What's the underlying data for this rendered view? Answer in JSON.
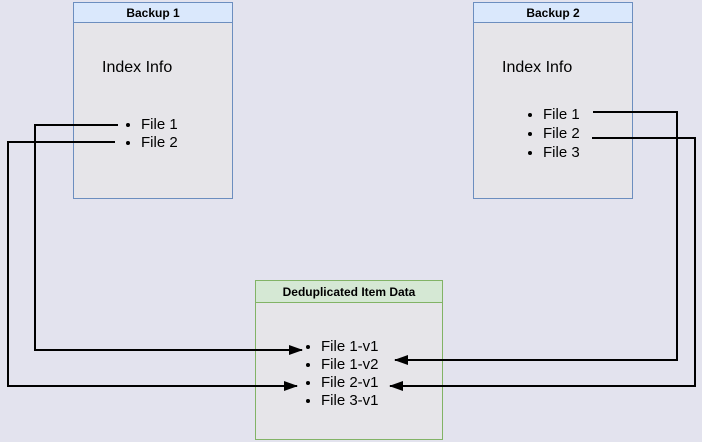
{
  "backup1": {
    "title": "Backup 1",
    "index_label": "Index Info",
    "files": [
      "File 1",
      "File 2"
    ]
  },
  "backup2": {
    "title": "Backup 2",
    "index_label": "Index Info",
    "files": [
      "File 1",
      "File 2",
      "File 3"
    ]
  },
  "dedup": {
    "title": "Deduplicated Item Data",
    "items": [
      "File 1-v1",
      "File 1-v2",
      "File 2-v1",
      "File 3-v1"
    ]
  },
  "connections": [
    {
      "from": "Backup 1 / File 1",
      "to": "File 1-v1",
      "enters": "left"
    },
    {
      "from": "Backup 1 / File 2",
      "to": "File 2-v1",
      "enters": "left"
    },
    {
      "from": "Backup 2 / File 1",
      "to": "File 1-v2",
      "enters": "right"
    },
    {
      "from": "Backup 2 / File 2",
      "to": "File 2-v1",
      "enters": "right"
    }
  ],
  "colors": {
    "background": "#e3e3ee",
    "box_fill": "#e6e5e9",
    "blue_header_fill": "#dae8fc",
    "blue_border": "#6c8ebf",
    "green_header_fill": "#d5e8d4",
    "green_border": "#82b366",
    "line": "#000000",
    "text": "#000000"
  }
}
